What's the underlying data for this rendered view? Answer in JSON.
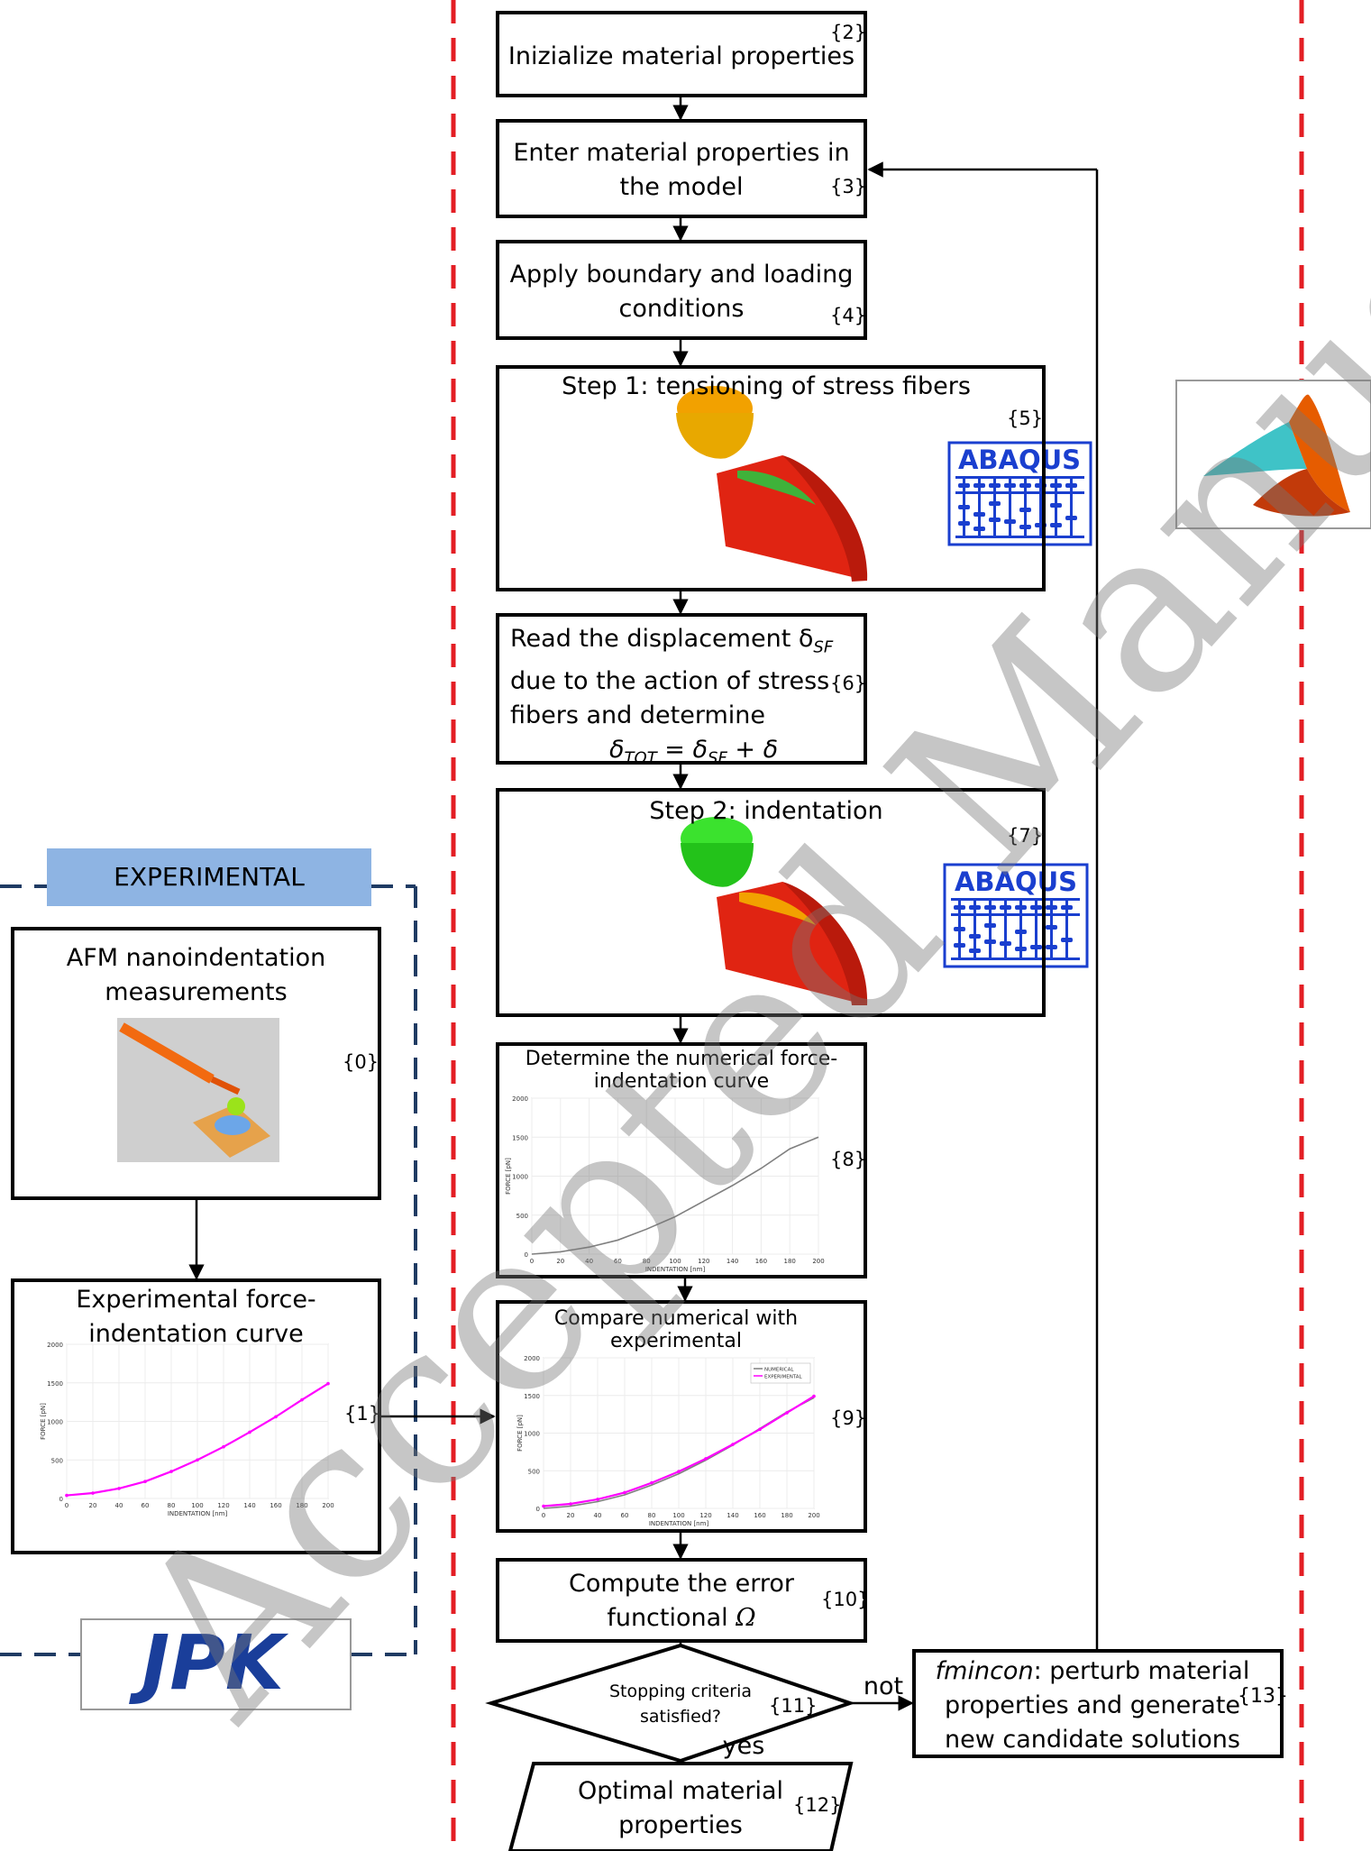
{
  "colors": {
    "red_dashed_border": "#e31e24",
    "blue_dashed_border": "#1f3b63",
    "experimental_header": "#8eb4e3",
    "numerical_curve": "#7f7f7f",
    "experimental_curve": "#ff00ff",
    "abaqus_blue": "#1a3fcf",
    "jpk_blue": "#1a3e9a"
  },
  "experimental_header": "EXPERIMENTAL",
  "boxes": {
    "b2": {
      "text": "Inizialize material properties",
      "tag": "{2}"
    },
    "b3": {
      "line1": "Enter material properties in",
      "line2": "the model",
      "tag": "{3}"
    },
    "b4": {
      "line1": "Apply boundary and loading",
      "line2": "conditions",
      "tag": "{4}"
    },
    "b5": {
      "text": "Step 1: tensioning of stress fibers",
      "tag": "{5}"
    },
    "b6": {
      "line1": "Read the displacement δ",
      "line1_sub": "SF",
      "line2": "due to the action of stress",
      "line3": "fibers and determine",
      "eq_a": "δ",
      "eq_a_sub": "TOT",
      "eq_b": " = δ",
      "eq_b_sub": "SF",
      "eq_c": " + δ",
      "tag": "{6}"
    },
    "b7": {
      "text": "Step 2: indentation",
      "tag": "{7}"
    },
    "b8": {
      "line1": "Determine the numerical force-",
      "line2": "indentation curve",
      "tag": "{8}"
    },
    "b9": {
      "line1": "Compare numerical with",
      "line2": "experimental",
      "tag": "{9}"
    },
    "b10": {
      "line1": "Compute the error",
      "line2": "functional ",
      "symbol": "Ω",
      "tag": "{10}"
    },
    "b11": {
      "line1": "Stopping criteria",
      "line2": "satisfied?",
      "tag": "{11}"
    },
    "b12": {
      "line1": "Optimal material",
      "line2": "properties",
      "tag": "{12}"
    },
    "b13": {
      "line1_italic": "fmincon",
      "line1_rest": ": perturb material",
      "line2": "properties and generate",
      "line3": "new candidate solutions",
      "tag": "{13}"
    },
    "b0": {
      "line1": "AFM nanoindentation",
      "line2": "measurements",
      "tag": "{0}"
    },
    "b1": {
      "line1": "Experimental force-",
      "line2": "indentation curve",
      "tag": "{1}"
    }
  },
  "labels": {
    "not": "not",
    "yes": "yes"
  },
  "logos": {
    "abaqus": "ABAQUS",
    "jpk": "JPK"
  },
  "watermark": "Accepted Manuscript",
  "chart_data": [
    {
      "type": "line",
      "title": "",
      "xlabel": "INDENTATION [nm]",
      "ylabel": "FORCE [pN]",
      "xlim": [
        0,
        200
      ],
      "ylim": [
        0,
        2000
      ],
      "xticks": [
        0,
        20,
        40,
        60,
        80,
        100,
        120,
        140,
        160,
        180,
        200
      ],
      "yticks": [
        0,
        500,
        1000,
        1500,
        2000
      ],
      "series": [
        {
          "x": [
            0,
            20,
            40,
            60,
            80,
            100,
            120,
            140,
            160,
            180,
            200
          ],
          "y": [
            0,
            30,
            90,
            180,
            320,
            480,
            680,
            880,
            1100,
            1350,
            1500
          ]
        }
      ]
    },
    {
      "type": "line",
      "title": "",
      "xlabel": "INDENTATION [nm]",
      "ylabel": "FORCE [pN]",
      "xlim": [
        0,
        200
      ],
      "ylim": [
        0,
        2000
      ],
      "xticks": [
        0,
        20,
        40,
        60,
        80,
        100,
        120,
        140,
        160,
        180,
        200
      ],
      "yticks": [
        0,
        500,
        1000,
        1500,
        2000
      ],
      "series": [
        {
          "name": "NUMERICAL",
          "x": [
            0,
            20,
            40,
            60,
            80,
            100,
            120,
            140,
            160,
            180,
            200
          ],
          "y": [
            0,
            30,
            90,
            180,
            310,
            460,
            640,
            840,
            1060,
            1280,
            1470
          ]
        },
        {
          "name": "EXPERIMENTAL",
          "x": [
            0,
            20,
            40,
            60,
            80,
            100,
            120,
            140,
            160,
            180,
            200
          ],
          "y": [
            30,
            60,
            120,
            210,
            340,
            490,
            660,
            850,
            1050,
            1270,
            1490
          ]
        }
      ]
    },
    {
      "type": "line",
      "title": "",
      "xlabel": "INDENTATION [nm]",
      "ylabel": "FORCE [pN]",
      "xlim": [
        0,
        200
      ],
      "ylim": [
        0,
        2000
      ],
      "xticks": [
        0,
        20,
        40,
        60,
        80,
        100,
        120,
        140,
        160,
        180,
        200
      ],
      "yticks": [
        0,
        500,
        1000,
        1500,
        2000
      ],
      "series": [
        {
          "x": [
            0,
            20,
            40,
            60,
            80,
            100,
            120,
            140,
            160,
            180,
            200
          ],
          "y": [
            40,
            70,
            130,
            220,
            350,
            500,
            670,
            860,
            1060,
            1280,
            1490
          ]
        }
      ]
    }
  ]
}
